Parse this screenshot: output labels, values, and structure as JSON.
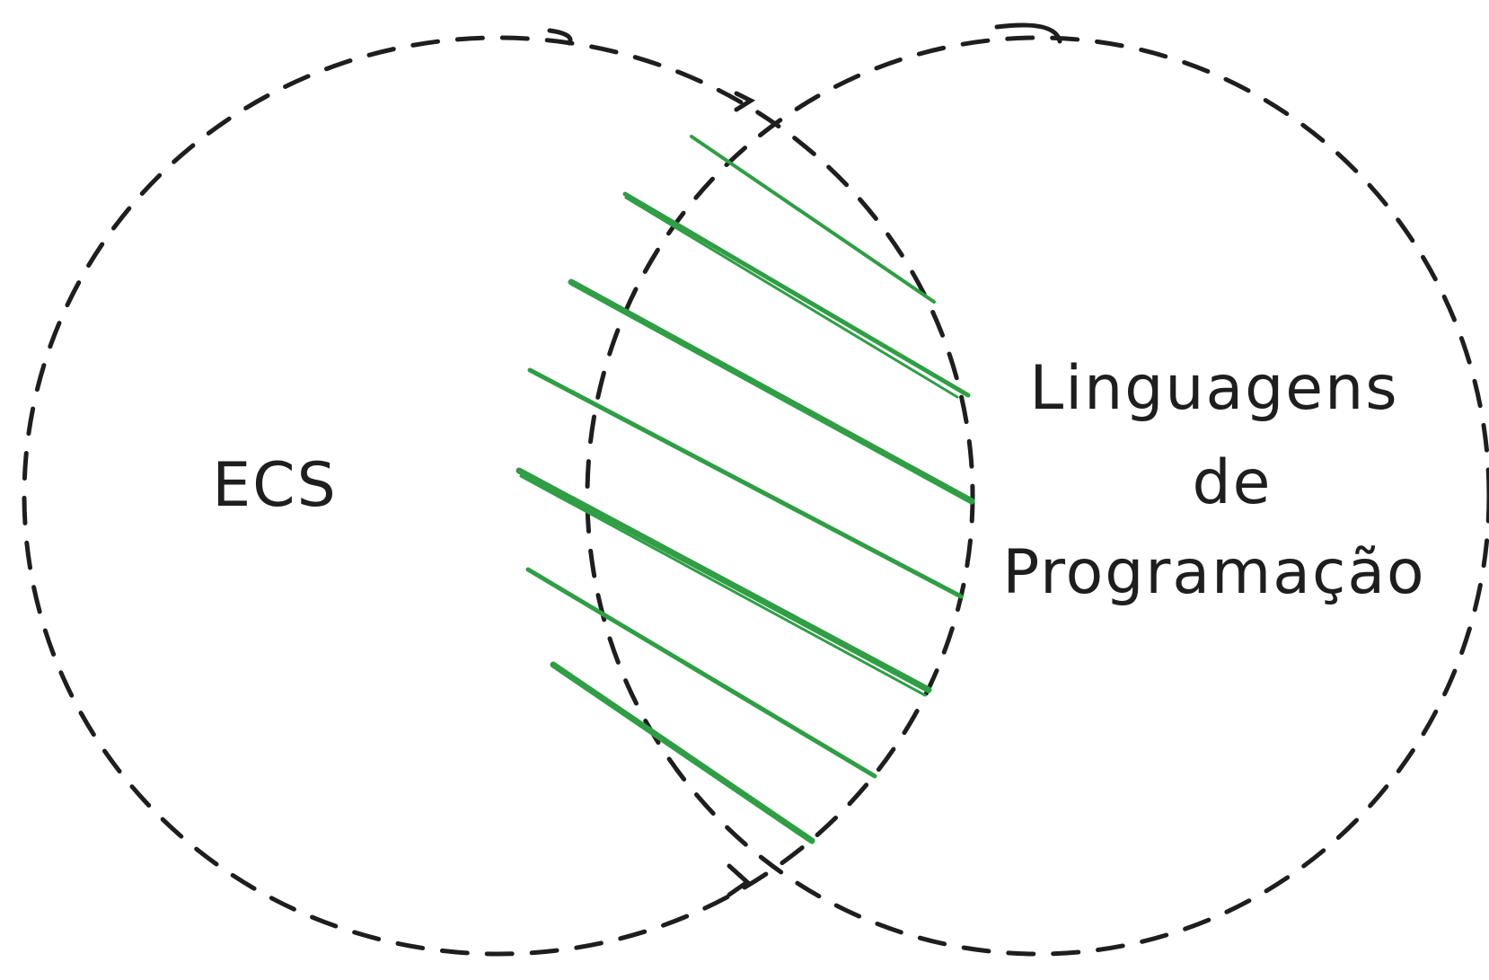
{
  "diagram": {
    "type": "venn",
    "sets": [
      {
        "label_lines": [
          "ECS"
        ]
      },
      {
        "label_lines": [
          "Linguagens",
          "de",
          "Programação"
        ]
      }
    ],
    "intersection": {
      "fill_style": "hatched"
    },
    "colors": {
      "outline": "#1e1e1e",
      "hatch": "#2f9e44",
      "text": "#1e1e1e",
      "background": "#ffffff"
    }
  }
}
